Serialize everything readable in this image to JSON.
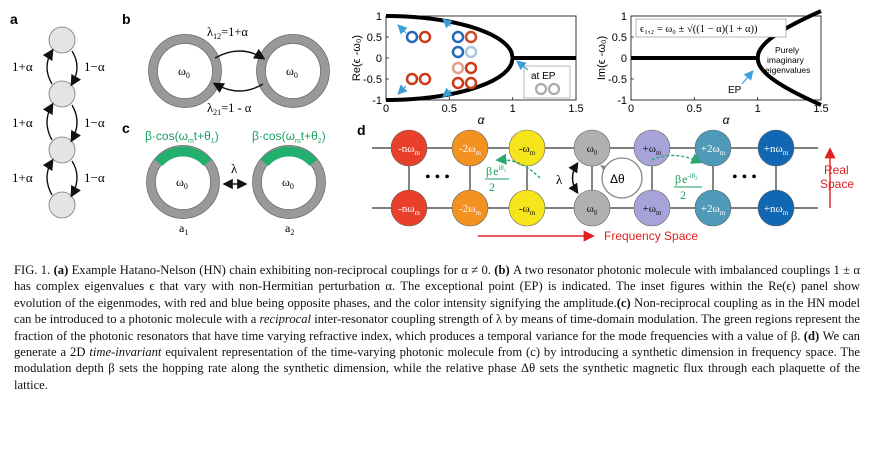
{
  "panels": {
    "a": "a",
    "b": "b",
    "c": "c",
    "d": "d"
  },
  "panel_a": {
    "left_label": "1+α",
    "right_label": "1−α"
  },
  "panel_b": {
    "omega0": "ω",
    "sub0": "0",
    "lambda12": "λ",
    "sub12": "12",
    "lambda12_val": "=1+α",
    "lambda21": "λ",
    "sub21": "21",
    "lambda21_val": "=1 - α"
  },
  "panel_c": {
    "mod1": "β·cos(ω",
    "mod1_m": "m",
    "mod1_rest": "t+θ",
    "mod1_n": "1",
    "mod1_close": ")",
    "mod2": "β·cos(ω",
    "mod2_m": "m",
    "mod2_rest": "t+θ",
    "mod2_n": "2",
    "mod2_close": ")",
    "lambda": "λ",
    "omega": "ω",
    "omega_sub": "0",
    "a": "a",
    "a1": "1",
    "a2": "2"
  },
  "chart_data": [
    {
      "type": "line",
      "ylabel": "Re(ϵ -ω₀)",
      "xlabel": "α",
      "xticks": [
        "0",
        "0.5",
        "1",
        "1.5"
      ],
      "yticks": [
        "1",
        "0.5",
        "0",
        "-0.5",
        "-1"
      ],
      "xlim": [
        0,
        1.5
      ],
      "ylim": [
        -1,
        1
      ],
      "annotation": "at EP",
      "curve": "±sqrt((1-α)(1+α)) for α<1, 0 for α≥1"
    },
    {
      "type": "line",
      "ylabel": "Im(ϵ -ω₀)",
      "xlabel": "α",
      "xticks": [
        "0",
        "0.5",
        "1",
        "1.5"
      ],
      "yticks": [
        "1",
        "0.5",
        "0",
        "-0.5",
        "-1"
      ],
      "xlim": [
        0,
        1.5
      ],
      "ylim": [
        -1,
        1
      ],
      "equation": "ϵ₁,₂ = ω₀ ± √((1 − α)(1 + α))",
      "annotation_ep": "EP",
      "annotation_purely": [
        "Purely",
        "imaginary",
        "eigenvalues"
      ],
      "curve": "0 for α<1, ±sqrt((α-1)(α+1)) for α≥1"
    }
  ],
  "panel_d": {
    "nodes": [
      {
        "label": "-nω",
        "sub": "m",
        "color": "#e8402a"
      },
      {
        "label": "-2ω",
        "sub": "m",
        "color": "#f39221"
      },
      {
        "label": "-ω",
        "sub": "m",
        "color": "#f7e51c"
      },
      {
        "label": "ω",
        "sub": "0",
        "color": "#b0b0b0"
      },
      {
        "label": "+ω",
        "sub": "m",
        "color": "#a7a3d9"
      },
      {
        "label": "+2ω",
        "sub": "m",
        "color": "#4f9ab8"
      },
      {
        "label": "+nω",
        "sub": "m",
        "color": "#1167b1"
      }
    ],
    "dots": "• • •",
    "lambda": "λ",
    "delta_theta": "Δθ",
    "hop_left": "β",
    "hop_left_exp": "e",
    "hop_left_sup": "iθ",
    "hop_left_sup_n": "1",
    "hop_right": "β",
    "hop_right_exp": "e",
    "hop_right_sup": "-iθ",
    "hop_right_sup_n": "2",
    "hop_denom": "2",
    "real_space": [
      "Real",
      "Space"
    ],
    "frequency_space": "Frequency Space"
  },
  "caption": {
    "fig": "FIG. 1.",
    "a_label": "(a)",
    "a_text": " Example Hatano-Nelson (HN) chain exhibiting non-reciprocal couplings for α ≠ 0. ",
    "b_label": "(b)",
    "b_text": " A two resonator photonic molecule with imbalanced couplings 1 ± α has complex eigenvalues ϵ that vary with non-Hermitian perturbation α. The exceptional point (EP) is indicated. The inset figures within the Re(ϵ) panel show evolution of the eigenmodes, with red and blue being opposite phases, and the color intensity signifying the amplitude.",
    "c_label": "(c)",
    "c_text_1": " Non-reciprocal coupling as in the HN model can be introduced to a photonic molecule with a ",
    "c_italic": "reciprocal",
    "c_text_2": " inter-resonator coupling strength of λ by means of time-domain modulation. The green regions represent the fraction of the photonic resonators that have time varying refractive index, which produces a temporal variance for the mode frequencies with a value of β. ",
    "d_label": "(d)",
    "d_text_1": " We can generate a 2D ",
    "d_italic": "time-invariant",
    "d_text_2": " equivalent representation of the time-varying photonic molecule from (c) by introducing a synthetic dimension in frequency space. The modulation depth β sets the hopping rate along the synthetic dimension, while the relative phase Δθ sets the synthetic magnetic flux through each plaquette of the lattice."
  }
}
